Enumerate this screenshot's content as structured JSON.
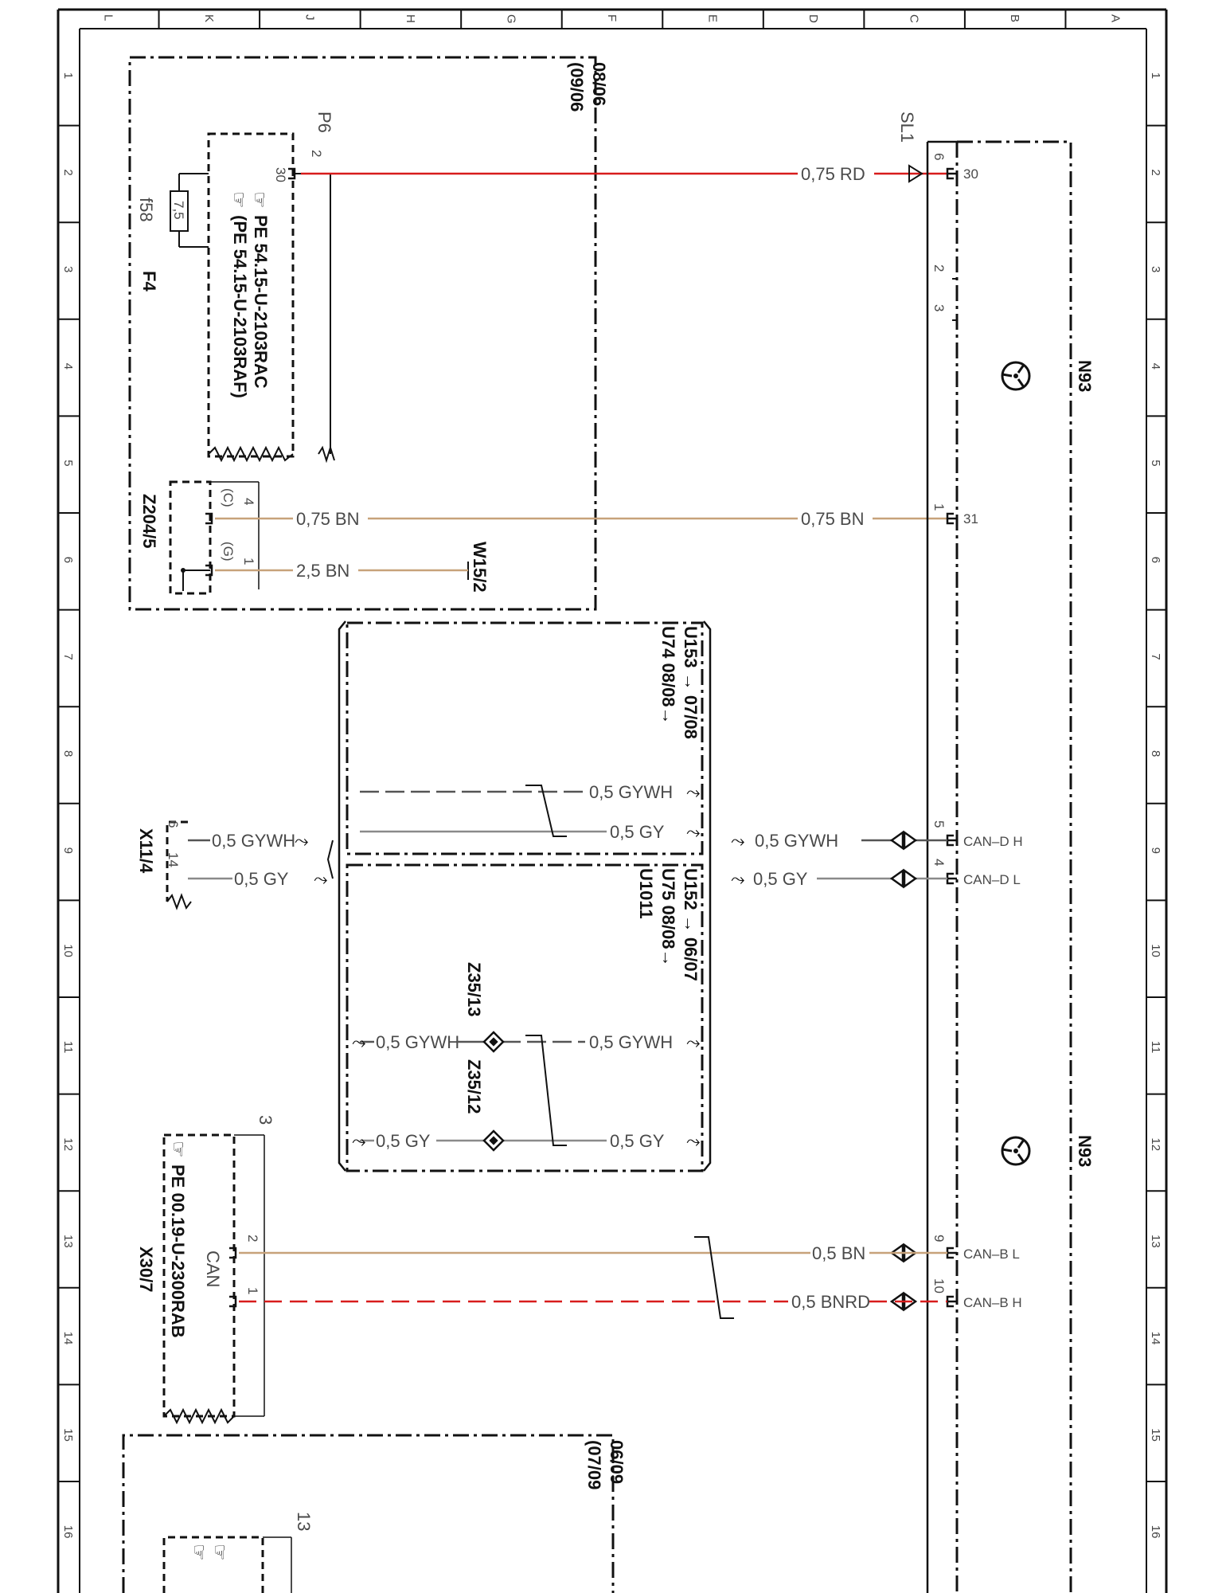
{
  "colors": {
    "wire_red": "#d81c1c",
    "wire_brown": "#c7a27a",
    "wire_gray": "#8a8a8a",
    "frame": "#111111"
  },
  "grid": {
    "columns": [
      "L",
      "K",
      "J",
      "H",
      "G",
      "F",
      "E",
      "D",
      "C",
      "B",
      "A"
    ],
    "rows": [
      "1",
      "2",
      "3",
      "4",
      "5",
      "6",
      "7",
      "8",
      "9",
      "10",
      "11",
      "12",
      "13",
      "14",
      "15",
      "16"
    ]
  },
  "modules": {
    "top_left_box": {
      "date_from": "08/06",
      "date_to": "(09/06"
    },
    "fuse": {
      "ref": "F4",
      "id": "f58",
      "value": "7,5",
      "pin_in": "30",
      "pin_out": "2",
      "plug": "P6"
    },
    "fuse_notes": [
      "PE 54.15-U-2103RAC",
      "(PE 54.15-U-2103RAF)"
    ],
    "ground_splice": {
      "ref": "Z204/5",
      "pin_a": "4",
      "pin_a_tag": "(C)",
      "pin_b": "1",
      "pin_b_tag": "(G)"
    },
    "w15": {
      "ref": "W15/2"
    },
    "sl1": {
      "ref": "SL1"
    },
    "n93_top": {
      "ref": "N93",
      "icon": "steering-wheel-icon"
    },
    "n93_bottom": {
      "ref": "N93",
      "icon": "steering-wheel-icon"
    },
    "can_d_box_top": {
      "line1": "U153 → 07/08",
      "line2": "U74 08/08→"
    },
    "can_d_box_bottom": {
      "line1": "U152 → 06/07",
      "line2": "U75 08/08→",
      "line3": "U1011"
    },
    "x11": {
      "ref": "X11/4",
      "pin_a": "6",
      "pin_b": "14"
    },
    "splice_z35_13": {
      "ref": "Z35/13"
    },
    "splice_z35_12": {
      "ref": "Z35/12"
    },
    "x30": {
      "ref": "X30/7",
      "can_label": "CAN",
      "pin_a": "2",
      "pin_b": "1",
      "index": "3",
      "note": "PE 00.19-U-2300RAB"
    },
    "bottom_box": {
      "date_from": "06/09",
      "date_to": "(07/09",
      "index": "13"
    }
  },
  "wires": {
    "power_rd": "0,75 RD",
    "ground_bn_right": "0,75 BN",
    "ground_bn_left": "0,75 BN",
    "ground_bn_w15": "2,5 BN",
    "cand_h_main": "0,5 GYWH",
    "cand_l_main": "0,5 GY",
    "cand_h_box_top": "0,5 GYWH",
    "cand_l_box_top": "0,5 GY",
    "cand_h_x11": "0,5 GYWH",
    "cand_l_x11": "0,5 GY",
    "cand_h_z35_left": "0,5 GYWH",
    "cand_h_z35_right": "0,5 GYWH",
    "cand_l_z35_left": "0,5 GY",
    "cand_l_z35_right": "0,5 GY",
    "canb_l": "0,5 BN",
    "canb_h": "0,5 BNRD"
  },
  "pins": {
    "n93_30": "30",
    "n93_31": "31",
    "sl1_6": "6",
    "sl1_2": "2",
    "sl1_3": "3",
    "sl1_1": "1",
    "sl1_5": "5",
    "sl1_4": "4",
    "sl1_9": "9",
    "sl1_10": "10",
    "can_d_h": "CAN–D H",
    "can_d_l": "CAN–D L",
    "can_b_l": "CAN–B L",
    "can_b_h": "CAN–B H"
  }
}
